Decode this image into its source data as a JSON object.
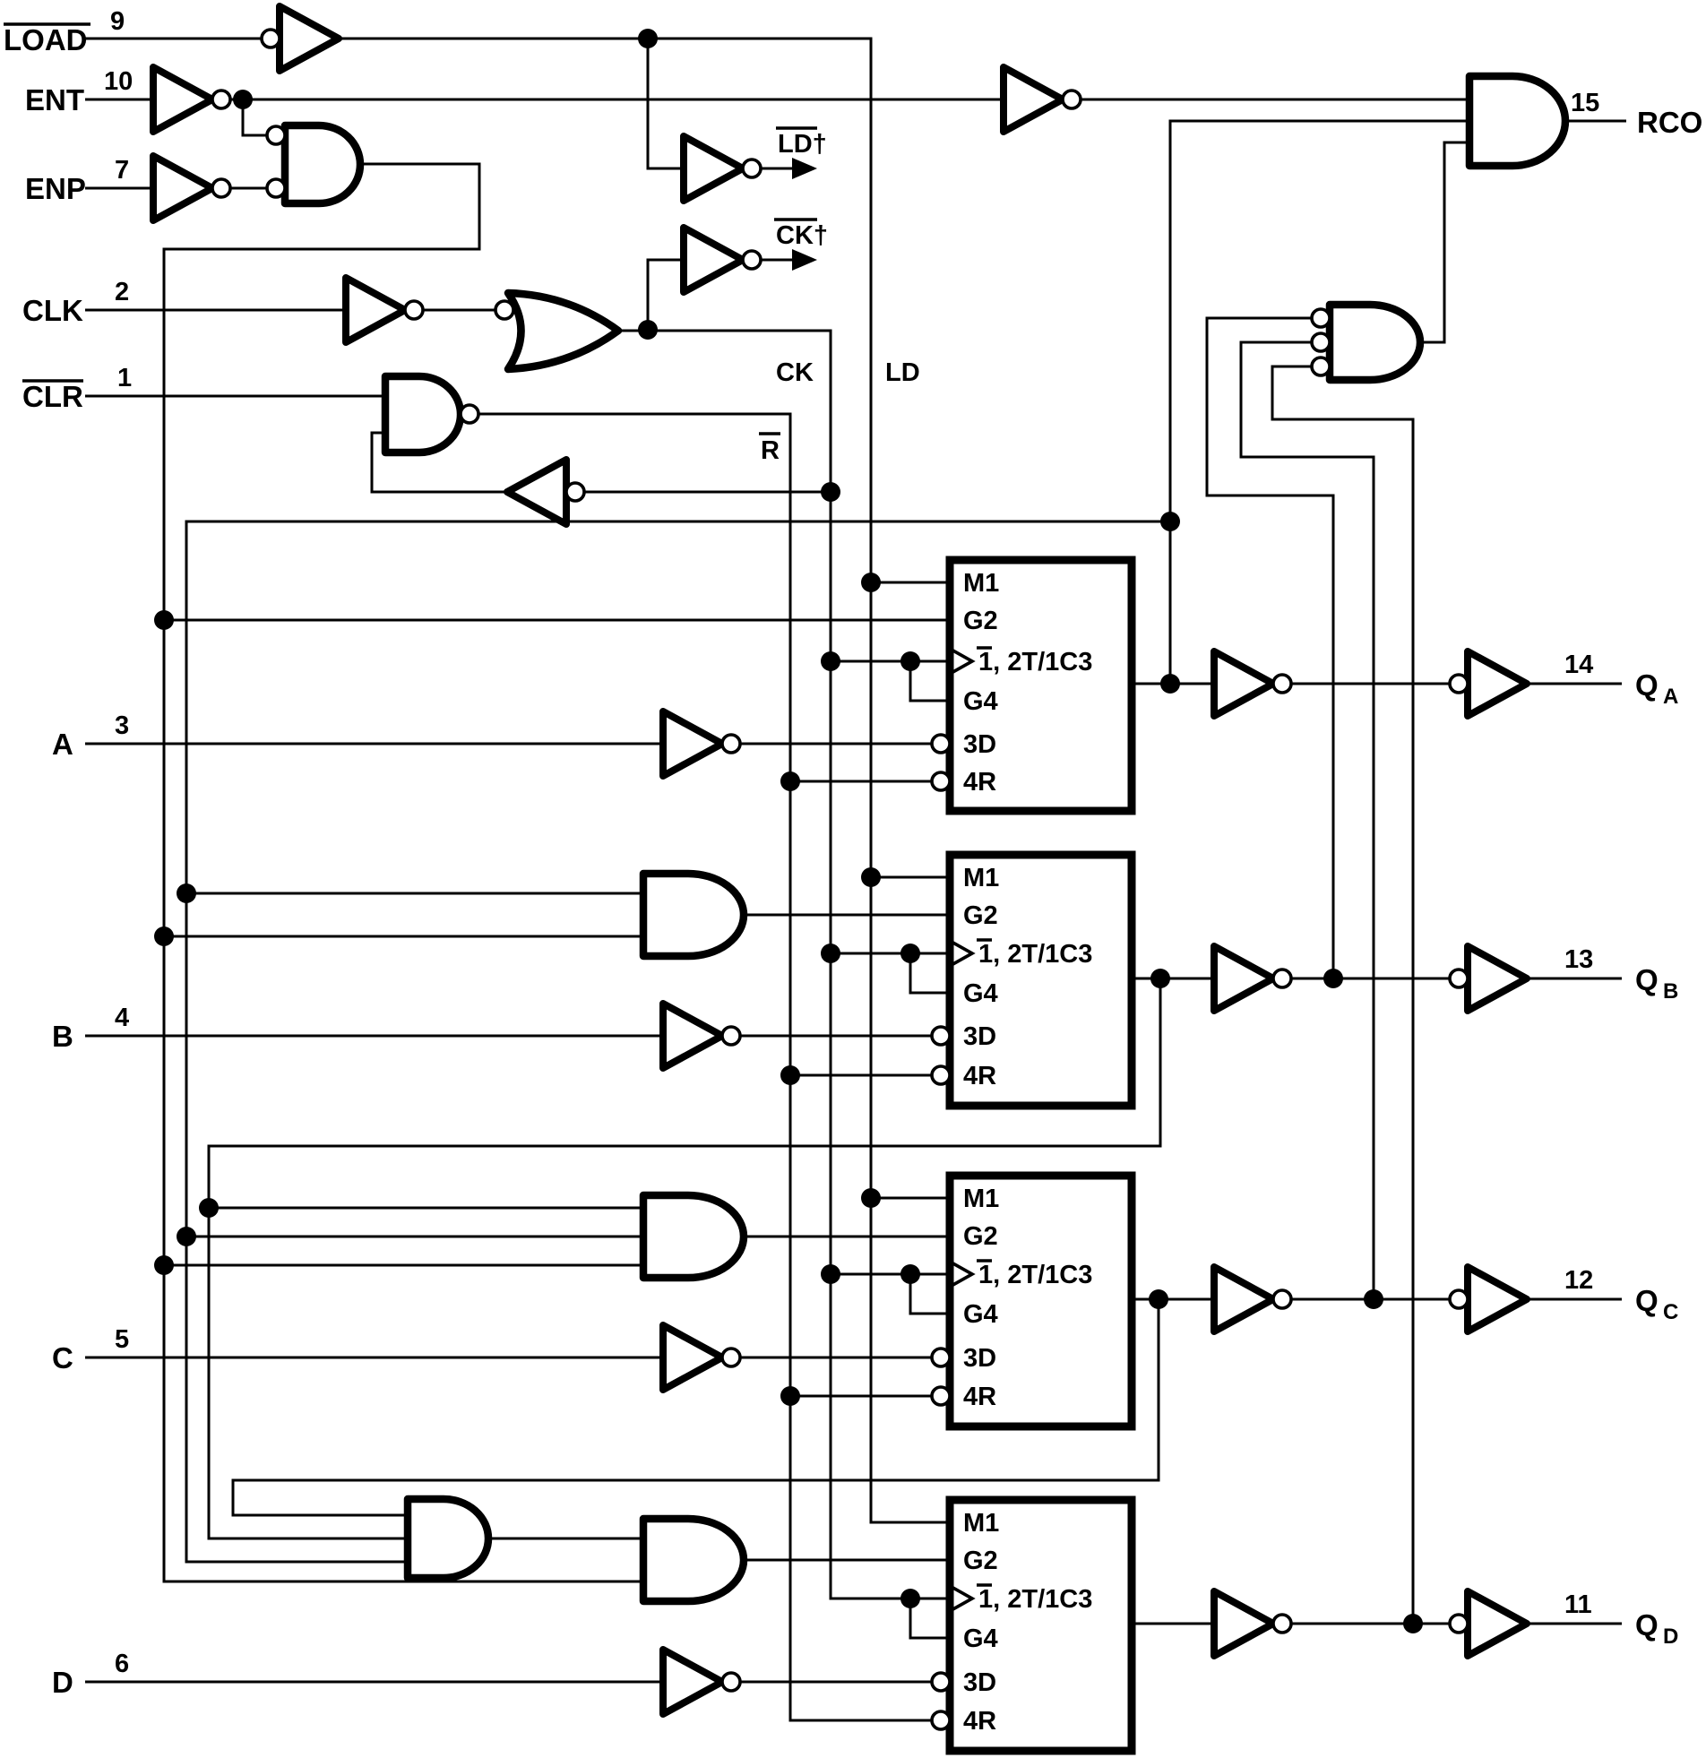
{
  "diagram": {
    "inputs": {
      "load": {
        "label": "LOAD",
        "pin": "9"
      },
      "ent": {
        "label": "ENT",
        "pin": "10"
      },
      "enp": {
        "label": "ENP",
        "pin": "7"
      },
      "clk": {
        "label": "CLK",
        "pin": "2"
      },
      "clr": {
        "label": "CLR",
        "pin": "1"
      },
      "a": {
        "label": "A",
        "pin": "3"
      },
      "b": {
        "label": "B",
        "pin": "4"
      },
      "c": {
        "label": "C",
        "pin": "5"
      },
      "d": {
        "label": "D",
        "pin": "6"
      }
    },
    "outputs": {
      "rco": {
        "label": "RCO",
        "pin": "15"
      },
      "qa": {
        "base": "Q",
        "sub": "A",
        "pin": "14"
      },
      "qb": {
        "base": "Q",
        "sub": "B",
        "pin": "13"
      },
      "qc": {
        "base": "Q",
        "sub": "C",
        "pin": "12"
      },
      "qd": {
        "base": "Q",
        "sub": "D",
        "pin": "11"
      }
    },
    "internal_signals": {
      "ld_test": "LD†",
      "ck_test": "CK†",
      "ck": "CK",
      "ld": "LD",
      "reset": "R"
    },
    "ff_pins": {
      "m1": "M1",
      "g2": "G2",
      "clock": "1, 2T/1C3",
      "g4": "G4",
      "d3": "3D",
      "r4": "4R"
    },
    "colors": {
      "ink": "#000000",
      "background": "#ffffff"
    }
  }
}
